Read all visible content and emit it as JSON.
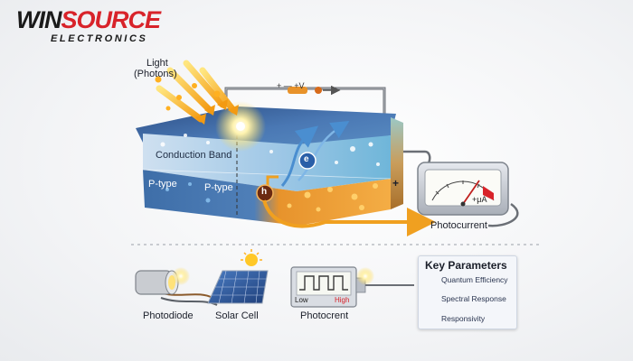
{
  "brand": {
    "name_part1": "WIN",
    "name_part2": "SOURCE",
    "subtitle": "ELECTRONICS"
  },
  "diagram": {
    "light_label_line1": "Light",
    "light_label_line2": "(Photons)",
    "battery_label": "+  —  +V",
    "conduction_band": "Conduction Band",
    "p_type_left": "P-type",
    "p_type_right": "P-type",
    "electron": "e",
    "hole": "h",
    "plus_terminal": "+",
    "meter_reading": "+μA",
    "photocurrent": "Photocurrent"
  },
  "devices": {
    "photodiode": "Photodiode",
    "solar_cell": "Solar Cell",
    "photocrent": "Photocrent",
    "scope_low": "Low",
    "scope_high": "High"
  },
  "key_parameters": {
    "title": "Key Parameters",
    "items": [
      {
        "label": "Quantum Efficiency",
        "icon": "bulb-icon"
      },
      {
        "label": "Spectral Response",
        "icon": "spectrum-icon"
      },
      {
        "label": "Responsivity",
        "icon": "gauge-icon"
      }
    ]
  },
  "colors": {
    "brand_red": "#d8232a",
    "arrow_orange": "#f0a020",
    "band_blue": "#3a7fc0",
    "p_orange": "#f2a23a"
  }
}
